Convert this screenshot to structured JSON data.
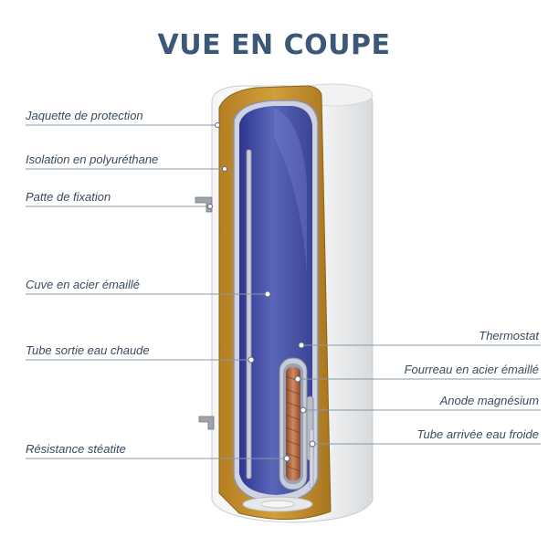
{
  "title": "VUE EN COUPE",
  "labels_left": [
    {
      "id": "jaquette",
      "text": "Jaquette de protection"
    },
    {
      "id": "isolation",
      "text": "Isolation en polyuréthane"
    },
    {
      "id": "patte",
      "text": "Patte de fixation"
    },
    {
      "id": "cuve",
      "text": "Cuve en acier émaillé"
    },
    {
      "id": "tube-sortie",
      "text": "Tube sortie eau chaude"
    },
    {
      "id": "resistance",
      "text": "Résistance stéatite"
    }
  ],
  "labels_right": [
    {
      "id": "thermostat",
      "text": "Thermostat"
    },
    {
      "id": "fourreau",
      "text": "Fourreau en acier émaillé"
    },
    {
      "id": "anode",
      "text": "Anode magnésium"
    },
    {
      "id": "tube-arrivee",
      "text": "Tube arrivée eau froide"
    }
  ],
  "colors": {
    "title": "#3b5878",
    "label_text": "#3a4a5c",
    "leader_line": "#8797a8",
    "jacket": "#eceeef",
    "insulation": "#c4902c",
    "tank_water": "#4a53a8",
    "copper_element": "#b8704a"
  }
}
